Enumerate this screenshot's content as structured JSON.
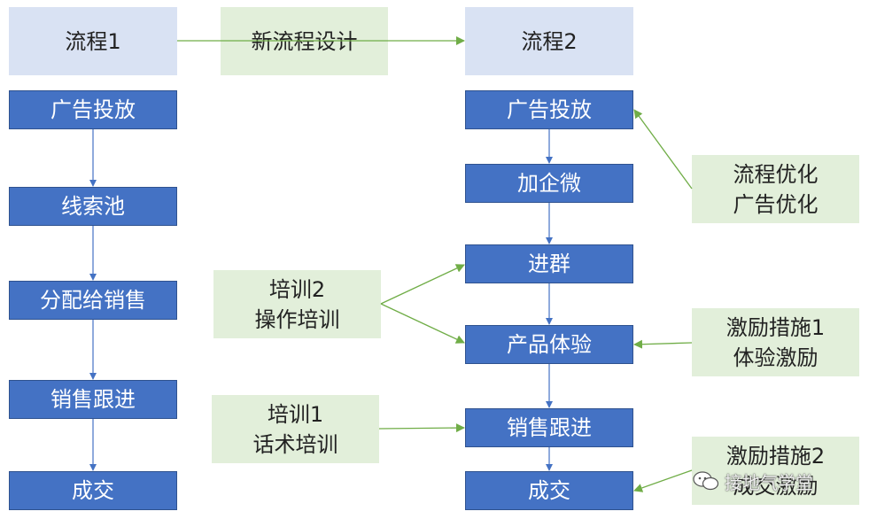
{
  "headers": {
    "flow1": "流程1",
    "new_design": "新流程设计",
    "flow2": "流程2"
  },
  "flow1_steps": [
    "广告投放",
    "线索池",
    "分配给销售",
    "销售跟进",
    "成交"
  ],
  "flow2_steps": [
    "广告投放",
    "加企微",
    "进群",
    "产品体验",
    "销售跟进",
    "成交"
  ],
  "notes": {
    "optimize": "流程优化\n广告优化",
    "training2": "培训2\n操作培训",
    "incentive1": "激励措施1\n体验激励",
    "training1": "培训1\n话术培训",
    "incentive2": "激励措施2\n成交激励"
  },
  "watermark": "接地气学堂",
  "colors": {
    "step_fill": "#4472c4",
    "header_fill": "#d9e2f3",
    "note_fill": "#e2efda",
    "arrow_blue": "#4472c4",
    "arrow_green": "#70ad47"
  }
}
